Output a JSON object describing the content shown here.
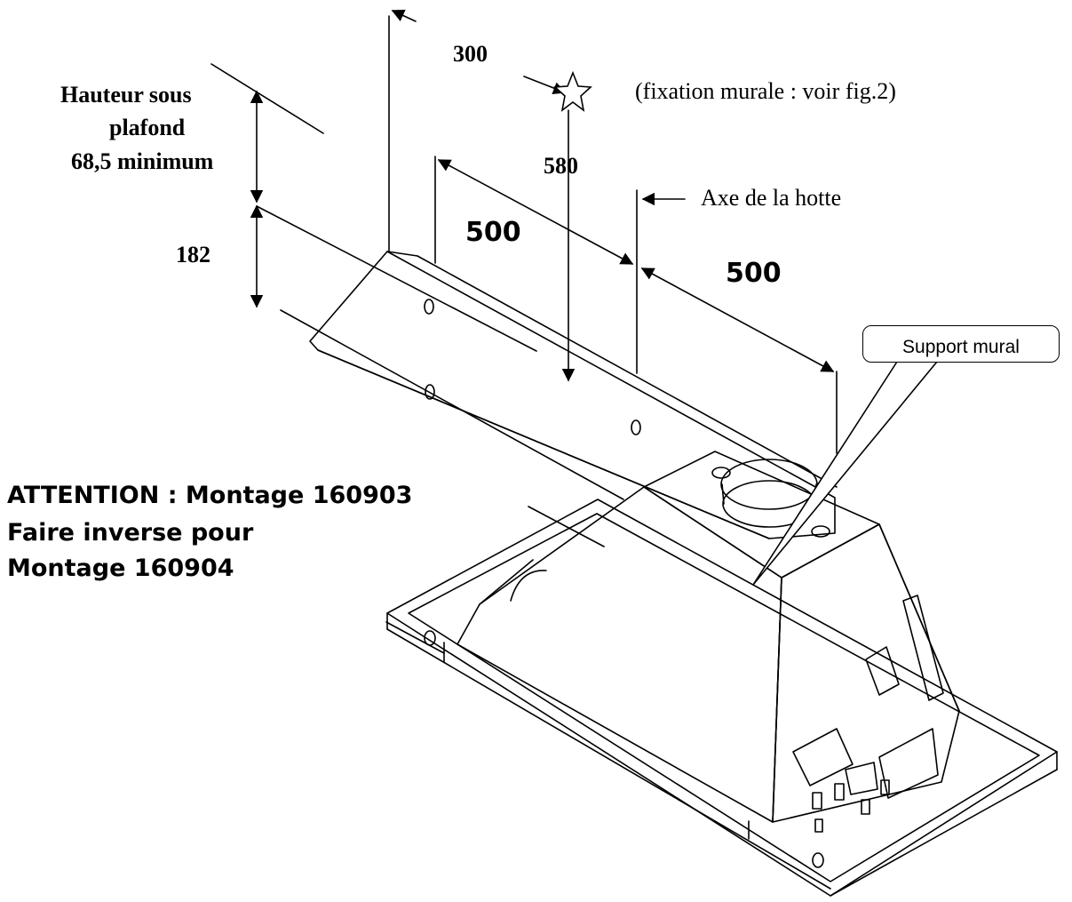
{
  "labels": {
    "ceiling_height": [
      "Hauteur sous",
      "plafond",
      "68,5 minimum"
    ],
    "dim_300": "300",
    "dim_580": "580",
    "dim_182": "182",
    "dim_500_left": "500",
    "dim_500_right": "500",
    "wall_fixing_note": "(fixation murale : voir fig.2)",
    "hood_axis": "Axe de la hotte",
    "wall_support": "Support mural",
    "warning": [
      "ATTENTION : Montage 160903",
      "Faire inverse pour",
      "Montage 160904"
    ]
  },
  "colors": {
    "ink": "#000000",
    "paper": "#ffffff"
  },
  "icons": {
    "wall_fixing_point": "star-outline-icon"
  }
}
